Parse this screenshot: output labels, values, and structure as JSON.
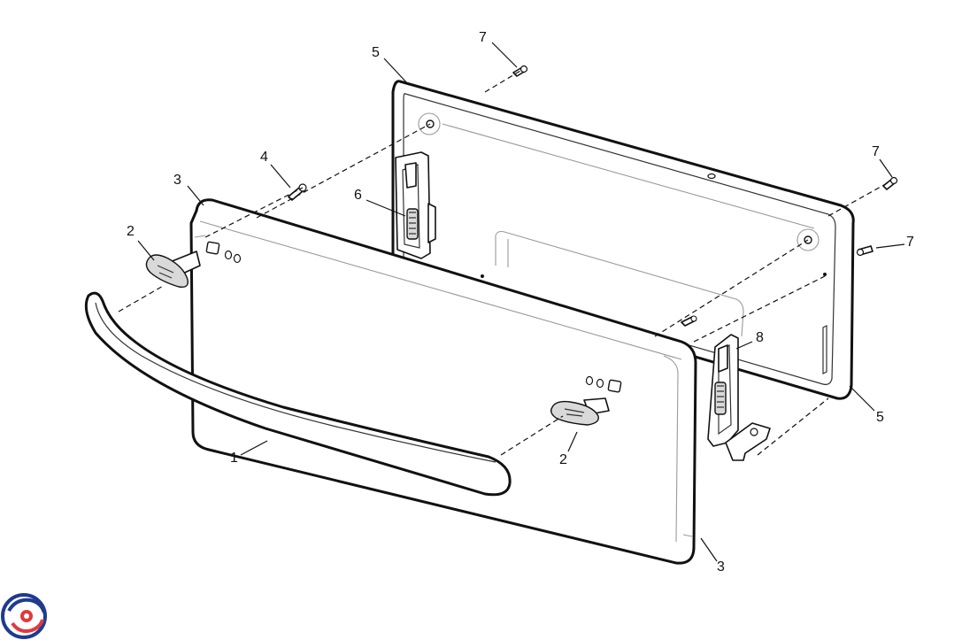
{
  "diagram": {
    "callouts": [
      {
        "id": "c1",
        "label": "1"
      },
      {
        "id": "c2a",
        "label": "2"
      },
      {
        "id": "c2b",
        "label": "2"
      },
      {
        "id": "c3a",
        "label": "3"
      },
      {
        "id": "c3b",
        "label": "3"
      },
      {
        "id": "c4",
        "label": "4"
      },
      {
        "id": "c5a",
        "label": "5"
      },
      {
        "id": "c5b",
        "label": "5"
      },
      {
        "id": "c6",
        "label": "6"
      },
      {
        "id": "c7a",
        "label": "7"
      },
      {
        "id": "c7b",
        "label": "7"
      },
      {
        "id": "c7c",
        "label": "7"
      },
      {
        "id": "c8",
        "label": "8"
      }
    ]
  },
  "colors": {
    "logo_blue": "#1f3b8f",
    "logo_red": "#e03a3e"
  }
}
